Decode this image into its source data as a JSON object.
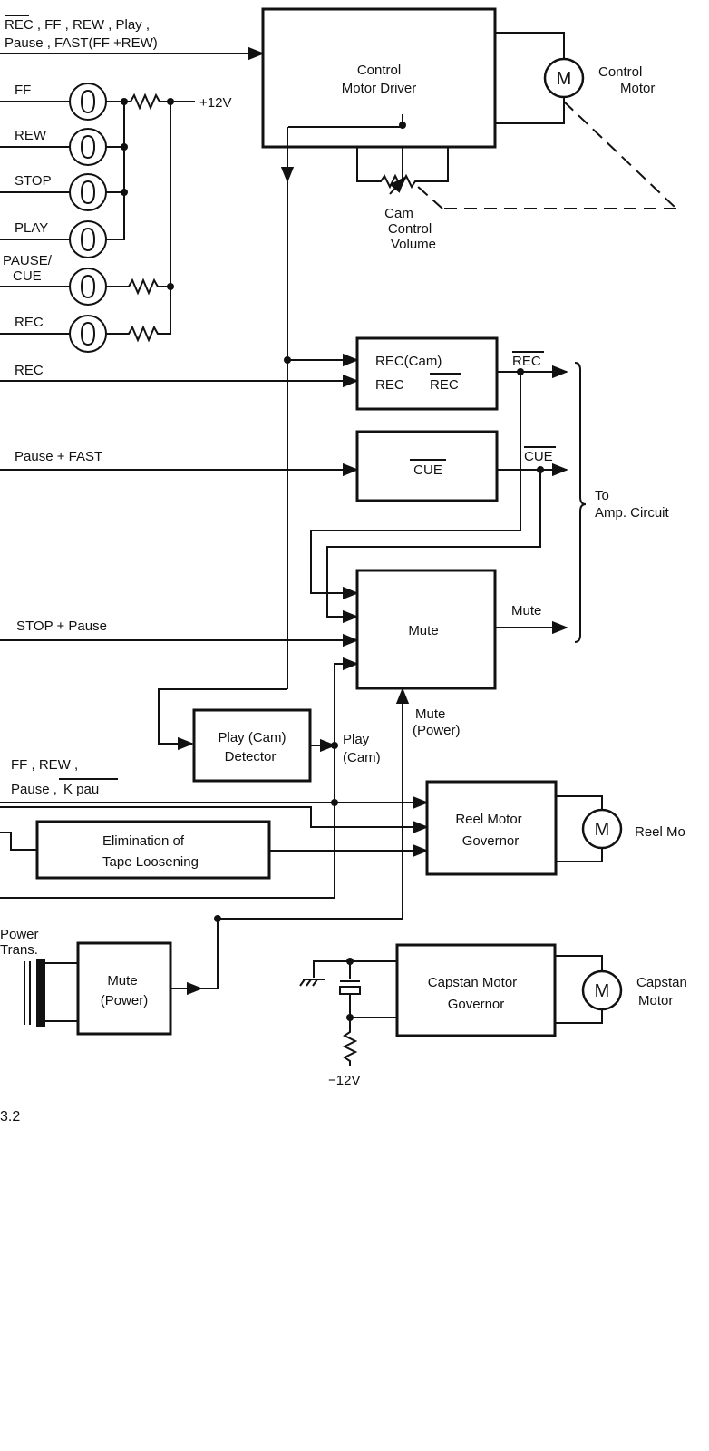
{
  "inputs": {
    "top_line1": "REC , FF , REW , Play ,",
    "top_line2": "Pause , FAST(FF +REW)",
    "ff": "FF",
    "rew": "REW",
    "stop": "STOP",
    "play": "PLAY",
    "pause_cue_1": "PAUSE/",
    "pause_cue_2": "CUE",
    "rec_lamp": "REC",
    "plus12v": "+12V",
    "rec_line": "REC",
    "pause_fast": "Pause + FAST",
    "stop_pause": "STOP + Pause",
    "ff_rew_1": "FF ,  REW ,",
    "ff_rew_2a": "Pause ,",
    "ff_rew_2b": "K pau",
    "power_trans_1": "Power",
    "power_trans_2": "Trans.",
    "minus12v": "−12V"
  },
  "blocks": {
    "control_driver_1": "Control",
    "control_driver_2": "Motor Driver",
    "rec_cam_1": "REC(Cam)",
    "rec_cam_2": "REC",
    "rec_cam_2b": "REC",
    "cue": "CUE",
    "mute": "Mute",
    "play_cam_1": "Play (Cam)",
    "play_cam_2": "Detector",
    "elim_1": "Elimination   of",
    "elim_2": "Tape   Loosening",
    "reel_gov_1": "Reel  Motor",
    "reel_gov_2": "Governor",
    "mute_power_1": "Mute",
    "mute_power_2": "(Power)",
    "capstan_gov_1": "Capstan  Motor",
    "capstan_gov_2": "Governor"
  },
  "outputs": {
    "rec_out": "REC",
    "cue_out": "CUE",
    "mute_out": "Mute",
    "to_amp_1": "To",
    "to_amp_2": "Amp. Circuit",
    "mute_power_in_1": "Mute",
    "mute_power_in_2": "(Power)",
    "play_cam_out_1": "Play",
    "play_cam_out_2": "(Cam)"
  },
  "motors": {
    "symbol": "M",
    "control_1": "Control",
    "control_2": "Motor",
    "reel": "Reel  Mo",
    "capstan_1": "Capstan",
    "capstan_2": "Motor"
  },
  "cam_volume": {
    "l1": "Cam",
    "l2": "Control",
    "l3": "Volume"
  },
  "figure": {
    "number": "3.2"
  }
}
